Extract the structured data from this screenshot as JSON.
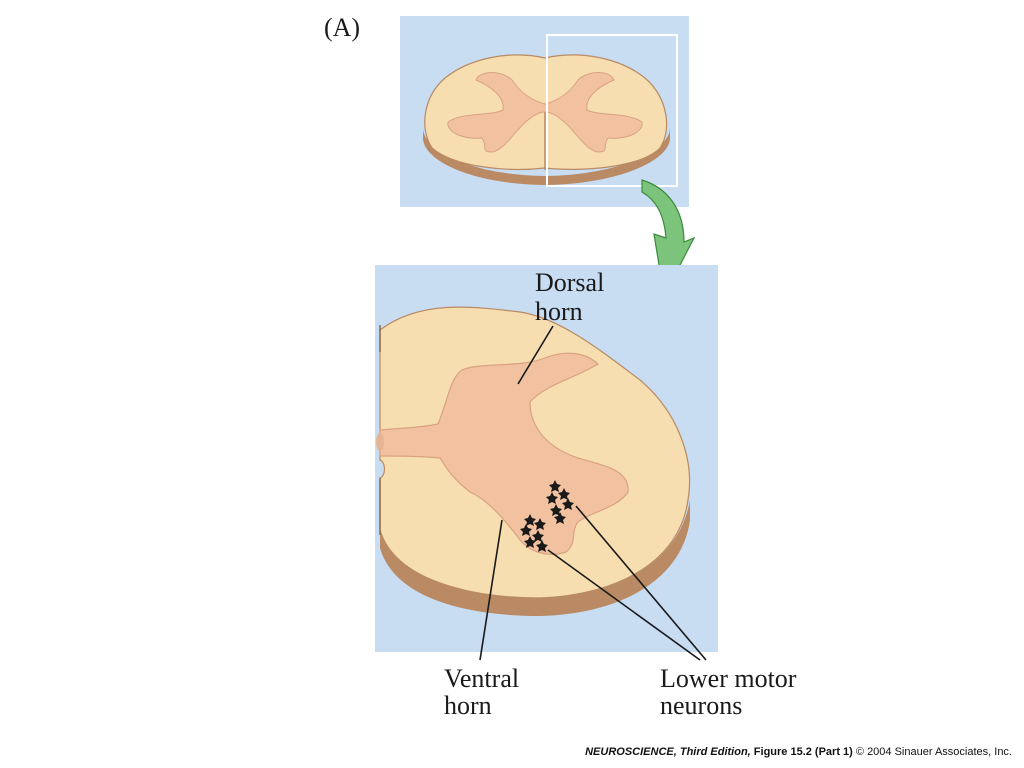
{
  "panel_label": "(A)",
  "labels": {
    "dorsal_horn": [
      "Dorsal",
      "horn"
    ],
    "ventral_horn": [
      "Ventral",
      "horn"
    ],
    "lower_motor_neurons": [
      "Lower motor",
      "neurons"
    ]
  },
  "credit": {
    "book": "NEUROSCIENCE, Third Edition,",
    "figure": "Figure 15.2 (Part 1)",
    "copyright": "© 2004 Sinauer Associates, Inc."
  },
  "colors": {
    "background_panel": "#c8dcf2",
    "white_matter": "#f6deb1",
    "gray_matter": "#f2c2a0",
    "cord_edge": "#b98a63",
    "arrow": "#7cc47c",
    "neuron": "#1a1a1a"
  }
}
